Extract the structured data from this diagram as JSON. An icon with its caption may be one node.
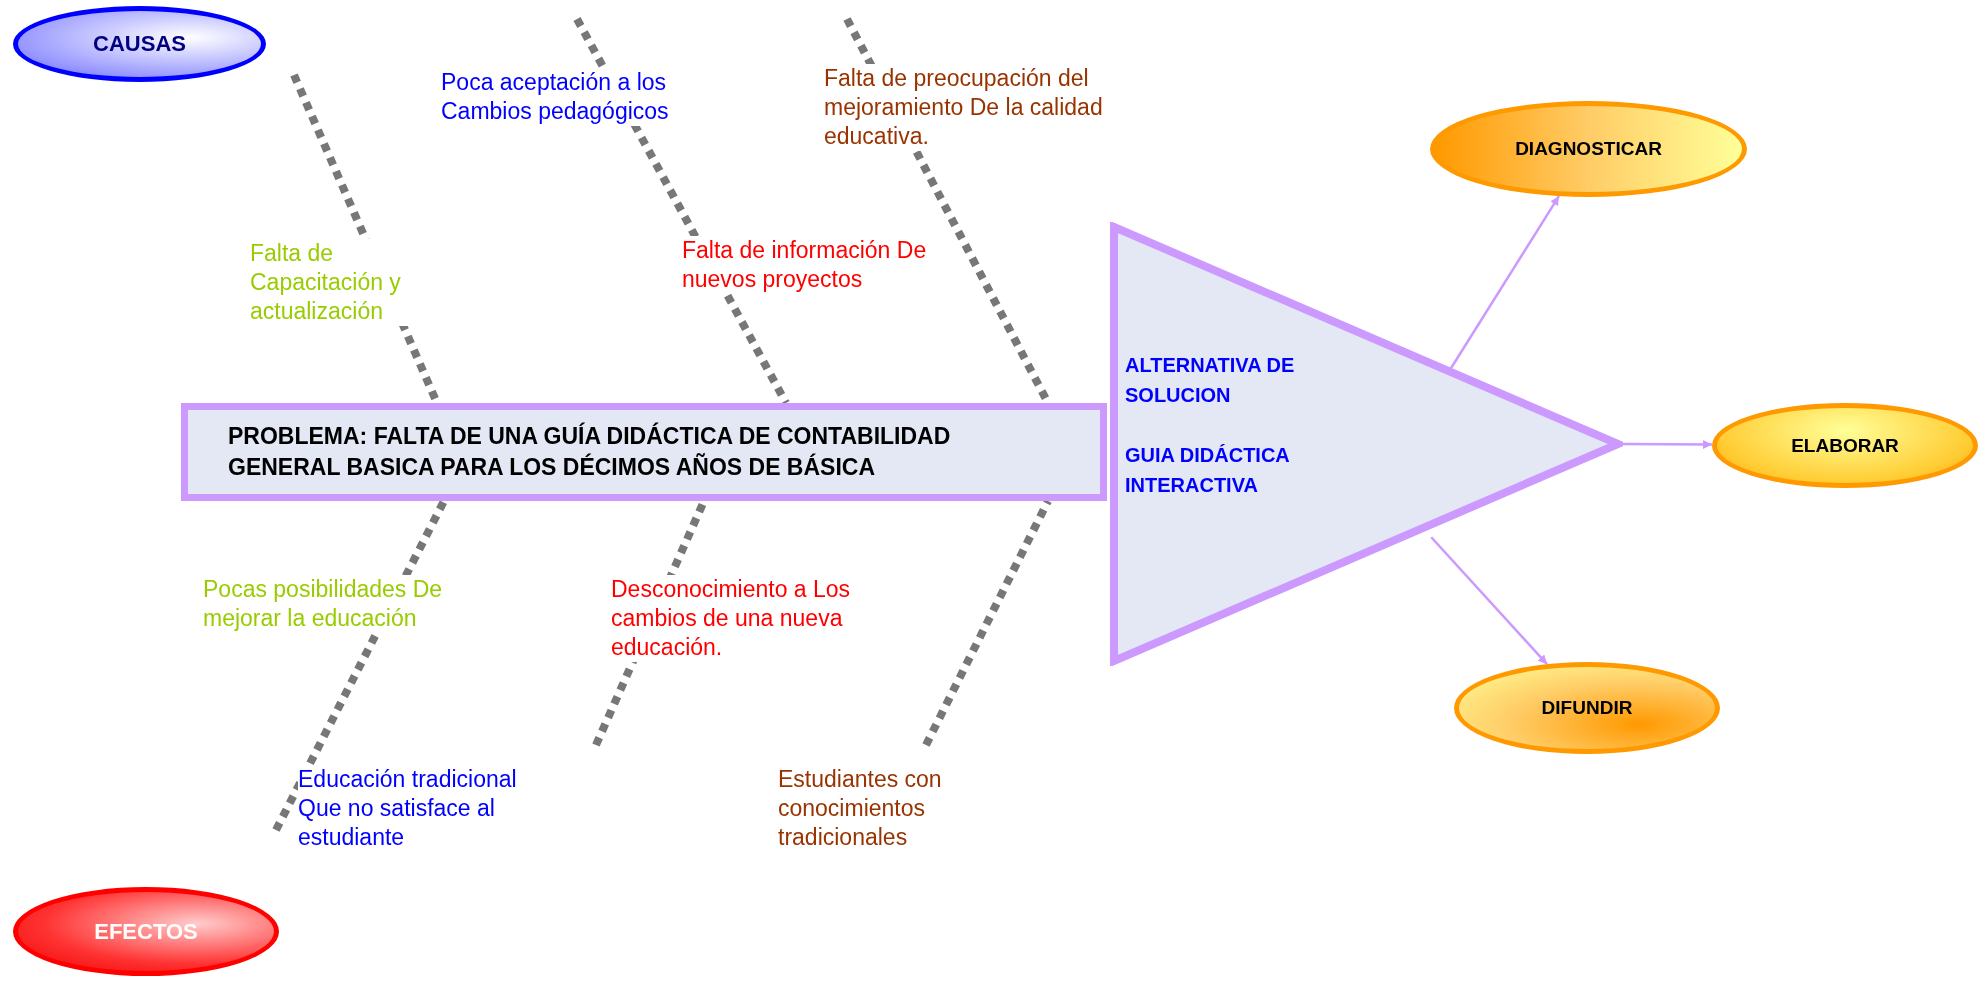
{
  "diagram": {
    "nodes": [
      {
        "text": [
          "CAUSAS"
        ]
      },
      {
        "text": [
          "EFECTOS"
        ]
      },
      {
        "text": [
          "PROBLEMA: FALTA DE UNA GUÍA DIDÁCTICA DE CONTABILIDAD GENERAL BASICA PARA LOS DÉCIMOS AÑOS DE BÁSICA"
        ]
      },
      {
        "text": [
          "ALTERNATIVA DE SOLUCION",
          "GUIA DIDÁCTICA INTERACTIVA"
        ]
      },
      {
        "text": [
          "DIAGNOSTICAR"
        ]
      },
      {
        "text": [
          "ELABORAR"
        ]
      },
      {
        "text": [
          "DIFUNDIR"
        ]
      }
    ],
    "edges": [
      {
        "from": 3,
        "to": 4,
        "arrow": "to",
        "color": "#cc99ff"
      },
      {
        "from": 3,
        "to": 5,
        "arrow": "to",
        "color": "#cc99ff"
      },
      {
        "from": 3,
        "to": 6,
        "arrow": "to",
        "color": "#cc99ff"
      },
      {
        "from": null,
        "to": 2,
        "arrow": "none",
        "style": "dashed"
      },
      {
        "from": null,
        "to": 2,
        "arrow": "none",
        "style": "dashed"
      },
      {
        "from": null,
        "to": 2,
        "arrow": "none",
        "style": "dashed"
      },
      {
        "from": null,
        "to": 2,
        "arrow": "none",
        "style": "dashed"
      },
      {
        "from": null,
        "to": 2,
        "arrow": "none",
        "style": "dashed"
      },
      {
        "from": null,
        "to": 2,
        "arrow": "none",
        "style": "dashed"
      }
    ],
    "labels": [
      "Poca aceptación a los Cambios pedagógicos",
      "Falta  de preocupación del mejoramiento  De la calidad educativa.",
      "Falta de Capacitación y actualización",
      "Falta de información De nuevos proyectos",
      "Pocas posibilidades De mejorar la educación",
      "Desconocimiento a Los cambios de una nueva  educación.",
      "Educación tradicional Que no satisface al estudiante",
      "Estudiantes con conocimientos tradicionales"
    ]
  }
}
